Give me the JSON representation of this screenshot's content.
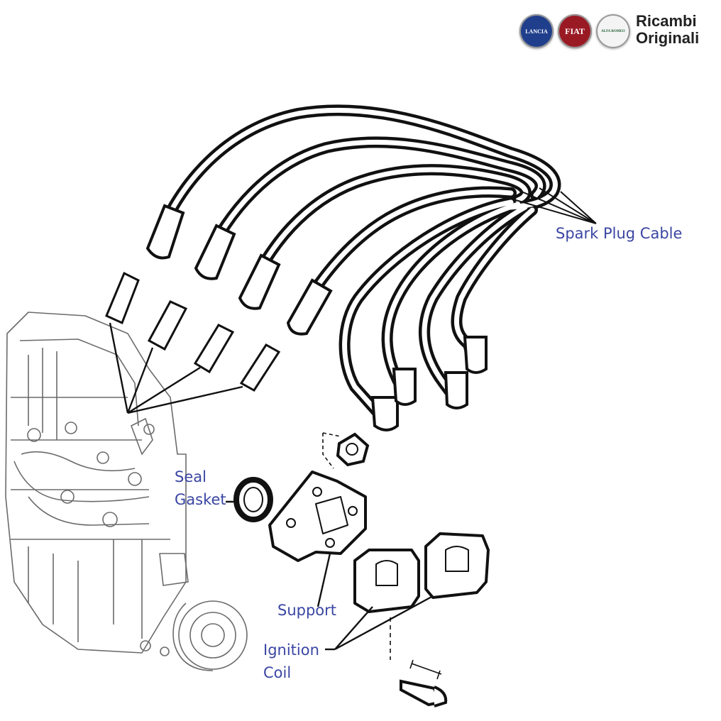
{
  "brand": {
    "line1": "Ricambi",
    "line2": "Originali",
    "logos": [
      {
        "name": "lancia-logo",
        "text": "LANCIA",
        "color": "#1f3f8c"
      },
      {
        "name": "fiat-logo",
        "text": "FIAT",
        "color": "#9a1a24"
      },
      {
        "name": "alfa-romeo-logo",
        "text": "ALFA ROMEO",
        "color": "#1d5b30"
      }
    ]
  },
  "labels": {
    "spark_plug_cable": "Spark Plug Cable",
    "seal": "Seal",
    "gasket": "Gasket",
    "support": "Support",
    "ignition": "Ignition",
    "coil": "Coil"
  },
  "colors": {
    "label": "#3a46a3",
    "line": "#111111",
    "engine": "#6b6b6b"
  }
}
